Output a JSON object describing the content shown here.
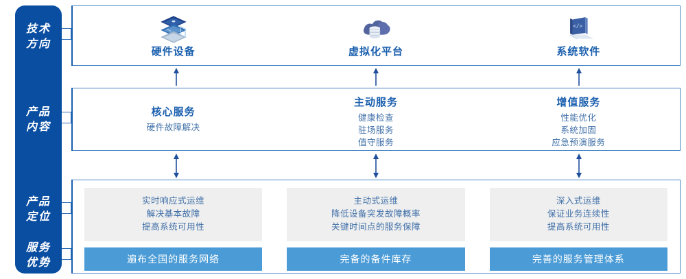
{
  "sidebar": {
    "items": [
      {
        "name": "tech-direction",
        "line1": "技术",
        "line2": "方向"
      },
      {
        "name": "product-content",
        "line1": "产品",
        "line2": "内容"
      },
      {
        "name": "product-positioning",
        "line1": "产品",
        "line2": "定位"
      },
      {
        "name": "service-advantage",
        "line1": "服务",
        "line2": "优势"
      }
    ]
  },
  "tech_direction": {
    "columns": [
      {
        "icon": "server-stack-icon",
        "label": "硬件设备"
      },
      {
        "icon": "cloud-database-icon",
        "label": "虚拟化平台"
      },
      {
        "icon": "laptop-code-icon",
        "label": "系统软件"
      }
    ]
  },
  "product_content": {
    "columns": [
      {
        "title": "核心服务",
        "lines": [
          "硬件故障解决"
        ]
      },
      {
        "title": "主动服务",
        "lines": [
          "健康检查",
          "驻场服务",
          "值守服务"
        ]
      },
      {
        "title": "增值服务",
        "lines": [
          "性能优化",
          "系统加固",
          "应急预演服务"
        ]
      }
    ]
  },
  "product_positioning": {
    "columns": [
      {
        "lines": [
          "实时响应式运维",
          "解决基本故障",
          "提高系统可用性"
        ]
      },
      {
        "lines": [
          "主动式运维",
          "降低设备突发故障概率",
          "关键时间点的服务保障"
        ]
      },
      {
        "lines": [
          "深入式运维",
          "保证业务连续性",
          "提高系统可用性"
        ]
      }
    ]
  },
  "service_advantage": {
    "columns": [
      {
        "label": "遍布全国的服务网络"
      },
      {
        "label": "完备的备件库存"
      },
      {
        "label": "完善的服务管理体系"
      }
    ]
  },
  "colors": {
    "sidebar_blue": "#0a4ea2",
    "border_blue": "#4584c4",
    "accent_blue": "#1a5fae",
    "body_text_blue": "#3f6fa8",
    "advantage_bar_blue": "#4a9bd6",
    "positioning_box_gray": "#efefef",
    "arrow_navy": "#1f4f9c"
  }
}
